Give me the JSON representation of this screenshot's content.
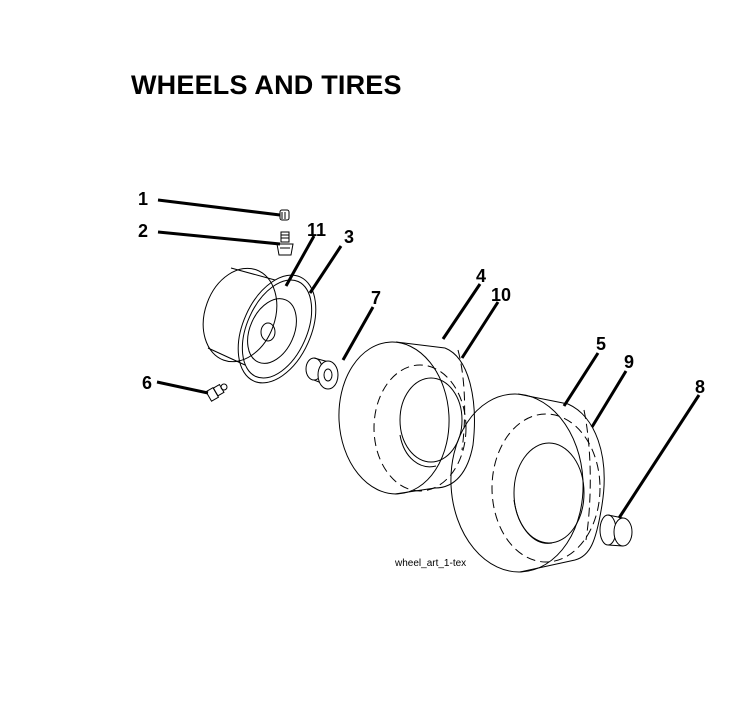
{
  "title": "WHEELS AND TIRES",
  "art_id": "wheel_art_1-tex",
  "parts": [
    {
      "number": "1",
      "part": "valve-cap"
    },
    {
      "number": "2",
      "part": "valve-stem"
    },
    {
      "number": "11",
      "part": "rim-band"
    },
    {
      "number": "3",
      "part": "rim-edge"
    },
    {
      "number": "7",
      "part": "bushing"
    },
    {
      "number": "4",
      "part": "front-tire"
    },
    {
      "number": "10",
      "part": "front-tire-rim"
    },
    {
      "number": "6",
      "part": "grease-fitting"
    },
    {
      "number": "5",
      "part": "rear-tire"
    },
    {
      "number": "9",
      "part": "rear-tire-rim"
    },
    {
      "number": "8",
      "part": "hub-cap"
    }
  ],
  "colors": {
    "line": "#000000",
    "background": "#ffffff"
  }
}
